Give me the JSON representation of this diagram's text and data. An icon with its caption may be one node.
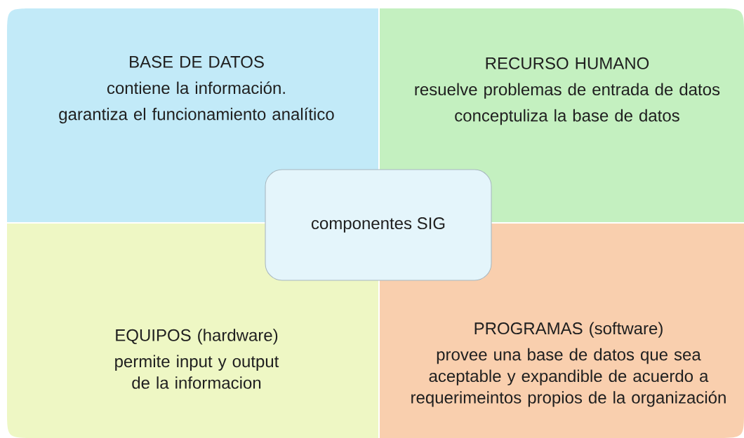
{
  "diagram": {
    "nodes": [
      {
        "text": [
          "BASE DE DATOS",
          "contiene la información.",
          "garantiza el funcionamiento analítico"
        ]
      },
      {
        "text": [
          "RECURSO HUMANO",
          "resuelve problemas de entrada de datos",
          "conceptuliza la base de datos"
        ]
      },
      {
        "text": [
          "componentes SIG"
        ]
      },
      {
        "text": [
          "EQUIPOS (hardware)",
          "permite input y output de la informacion"
        ]
      },
      {
        "text": [
          "PROGRAMAS (software)",
          "provee una base de datos que sea aceptable y expandible de acuerdo a requerimeintos propios de la organización"
        ]
      }
    ]
  }
}
